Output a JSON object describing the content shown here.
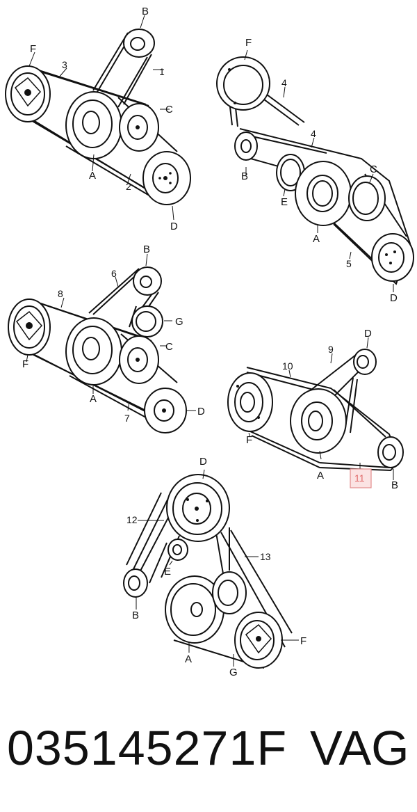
{
  "labels": {
    "A": "A",
    "B": "B",
    "C": "C",
    "D": "D",
    "E": "E",
    "F": "F",
    "G": "G"
  },
  "callouts": {
    "n1": "1",
    "n2": "2",
    "n3": "3",
    "n4": "4",
    "n5": "5",
    "n6": "6",
    "n7": "7",
    "n8": "8",
    "n9": "9",
    "n10": "10",
    "n11": "11",
    "n12": "12",
    "n13": "13"
  },
  "highlighted_callout": "11",
  "footer": {
    "part_number": "035145271F",
    "brand": "VAG"
  }
}
